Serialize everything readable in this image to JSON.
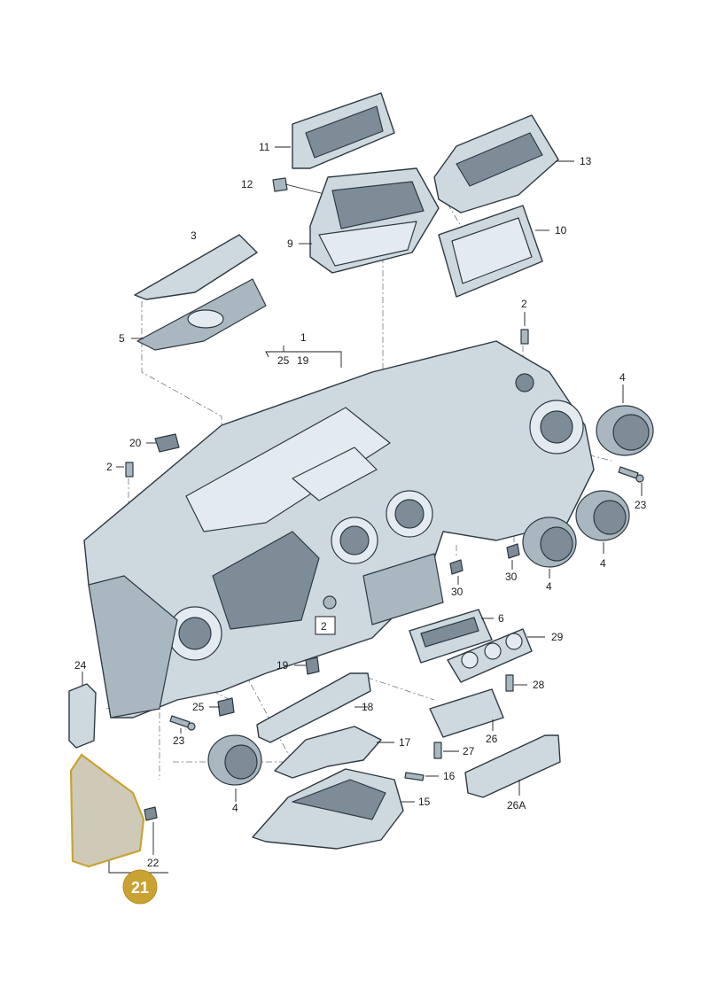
{
  "labels": {
    "l1": "1",
    "l2a": "2",
    "l2b": "2",
    "l2c": "2",
    "l3": "3",
    "l4a": "4",
    "l4b": "4",
    "l4c": "4",
    "l4d": "4",
    "l5": "5",
    "l6": "6",
    "l9": "9",
    "l10": "10",
    "l11": "11",
    "l12": "12",
    "l13": "13",
    "l15": "15",
    "l16": "16",
    "l17": "17",
    "l18": "18",
    "l19a": "19",
    "l19b": "19",
    "l20": "20",
    "l22": "22",
    "l23a": "23",
    "l23b": "23",
    "l24": "24",
    "l25a": "25",
    "l25b": "25",
    "l26": "26",
    "l26a": "26A",
    "l27": "27",
    "l28": "28",
    "l29": "29",
    "l30a": "30",
    "l30b": "30"
  },
  "highlight": {
    "label": "21",
    "color": "#c9a233"
  }
}
